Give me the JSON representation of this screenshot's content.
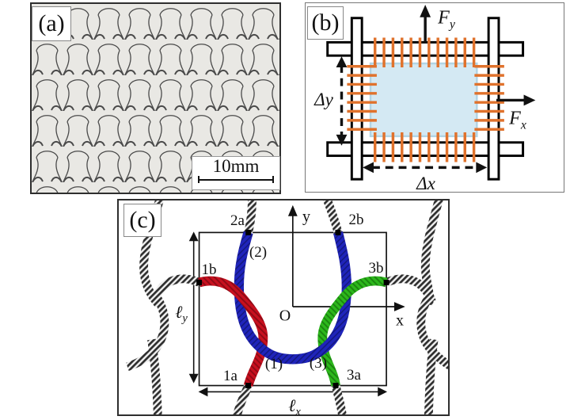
{
  "colors": {
    "ink": "#111111",
    "fabric_bg": "#e9e8e4",
    "fabric_line": "#4a4a4a",
    "sample_blue": "#d4e9f3",
    "sample_blue_border": "#b2d4e4",
    "clamp_orange": "#e0722c",
    "yarn_red": "#c8101f",
    "yarn_red_dark": "#8f0a15",
    "yarn_blue": "#1f24bb",
    "yarn_blue_dark": "#141880",
    "yarn_green": "#2db81c",
    "yarn_green_dark": "#1b8510",
    "yarn_gray_base": "#efefef",
    "yarn_gray_stripe": "#2e2e2e"
  },
  "panel_a": {
    "tag": "(a)",
    "scale_label": "10mm"
  },
  "panel_b": {
    "tag": "(b)",
    "force_y": {
      "base": "F",
      "sub": "y"
    },
    "force_x": {
      "base": "F",
      "sub": "x"
    },
    "delta_y": "Δy",
    "delta_x": "Δx"
  },
  "panel_c": {
    "tag": "(c)",
    "axis_x": "x",
    "axis_y": "y",
    "origin": "O",
    "loop_labels": {
      "loop1": "(1)",
      "loop2": "(2)",
      "loop3": "(3)"
    },
    "contact_points": {
      "p1a": "1a",
      "p1b": "1b",
      "p2a": "2a",
      "p2b": "2b",
      "p3a": "3a",
      "p3b": "3b"
    },
    "dim_x": {
      "base": "ℓ",
      "sub": "x"
    },
    "dim_y": {
      "base": "ℓ",
      "sub": "y"
    }
  }
}
